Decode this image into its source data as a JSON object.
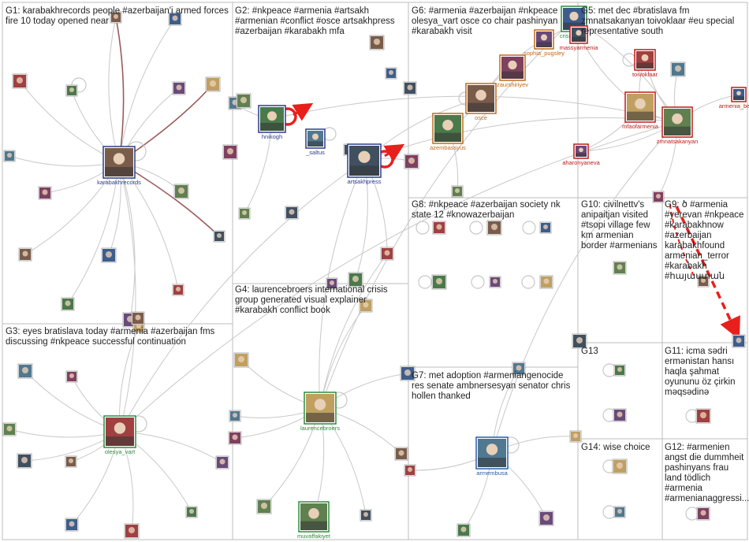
{
  "groups": [
    {
      "id": "G1",
      "label": "G1: karabakhrecords people #azerbaijan'i armed forces fire 10 today opened near"
    },
    {
      "id": "G2",
      "label": "G2: #nkpeace #armenia #artsakh #armenian #conflict #osce artsakhpress #azerbaijan #karabakh mfa"
    },
    {
      "id": "G3",
      "label": "G3: eyes bratislava today #armenia #azerbaijan fms discussing #nkpeace successful continuation"
    },
    {
      "id": "G4",
      "label": "G4: laurencebroers international crisis group generated visual explainer #karabakh conflict book"
    },
    {
      "id": "G5",
      "label": "G5: met dec #bratislava fm zmnatsakanyan toivoklaar #eu special representative south"
    },
    {
      "id": "G6",
      "label": "G6: #armenia #azerbaijan #nkpeace olesya_vart osce co chair pashinyan #karabakh visit"
    },
    {
      "id": "G7",
      "label": "G7: met adoption #armeniangenocide res senate ambnersesyan senator chris hollen thanked"
    },
    {
      "id": "G8",
      "label": "G8: #nkpeace #azerbaijan society nk state 12 #knowazerbaijan"
    },
    {
      "id": "G9",
      "label": "G9: ծ #armenia #yerevan #nkpeace #karabakhnow #azerbaijan karabakhfound armenian_terror #karabakh #հայաստան"
    },
    {
      "id": "G10",
      "label": "G10: civilnettv's anipaitjan visited #tsopi village few km armenian border #armenians"
    },
    {
      "id": "G11",
      "label": "G11: icma sədri ermənistan hansı haqla şahmat oyununu öz çirkin məqsədinə"
    },
    {
      "id": "G12",
      "label": "G12: #armenien angst die dummheit pashinyans frau land tödlich #armenia #armenianaggressi..."
    },
    {
      "id": "G13",
      "label": "G13"
    },
    {
      "id": "G14",
      "label": "G14: wise choice"
    }
  ],
  "nodes": [
    {
      "id": "karabakhrecords",
      "label": "karabakhrecords",
      "color": "#2b3c8c"
    },
    {
      "id": "hnikogh",
      "label": "hnikogh",
      "color": "#2b3c8c"
    },
    {
      "id": "_saltus",
      "label": "_saltus",
      "color": "#2b3c8c"
    },
    {
      "id": "artsakhpress",
      "label": "artsakhpress",
      "color": "#2b3c8c"
    },
    {
      "id": "olesya_vart",
      "label": "olesya_vart",
      "color": "#2e8b3e"
    },
    {
      "id": "laurencebroers",
      "label": "laurencebroers",
      "color": "#2e8b3e"
    },
    {
      "id": "muvaffakiyet",
      "label": "muvaffakiyet",
      "color": "#2e8b3e"
    },
    {
      "id": "crisisgroup",
      "label": "crisisgroup",
      "color": "#2e8b3e"
    },
    {
      "id": "sophia_pugsley",
      "label": "sophia_pugsley",
      "color": "#c06a1a"
    },
    {
      "id": "zaurshiriyev",
      "label": "zaurshiriyev",
      "color": "#c06a1a"
    },
    {
      "id": "osce",
      "label": "osce",
      "color": "#c06a1a"
    },
    {
      "id": "azembassyus",
      "label": "azembassyus",
      "color": "#c06a1a"
    },
    {
      "id": "armembusa",
      "label": "armembusa",
      "color": "#2b5ca8"
    },
    {
      "id": "massyarmenia",
      "label": "massyarmenia",
      "color": "#c01a1a"
    },
    {
      "id": "toivoklaar",
      "label": "toivoklaar",
      "color": "#c01a1a"
    },
    {
      "id": "mfaofarmenia",
      "label": "mfaofarmenia",
      "color": "#c01a1a"
    },
    {
      "id": "zmnatsakanyan",
      "label": "zmnatsakanyan",
      "color": "#c01a1a"
    },
    {
      "id": "armenia_better",
      "label": "armenia_better",
      "color": "#c01a1a"
    },
    {
      "id": "aharonyaneva",
      "label": "aharonyaneva",
      "color": "#c01a1a"
    }
  ],
  "colors": {
    "background": "#ffffff",
    "panel_border": "#bcbcbc",
    "edge": "#c8c8c8",
    "edge_brown": "#9c5a5a",
    "edge_red": "#e8201c"
  }
}
